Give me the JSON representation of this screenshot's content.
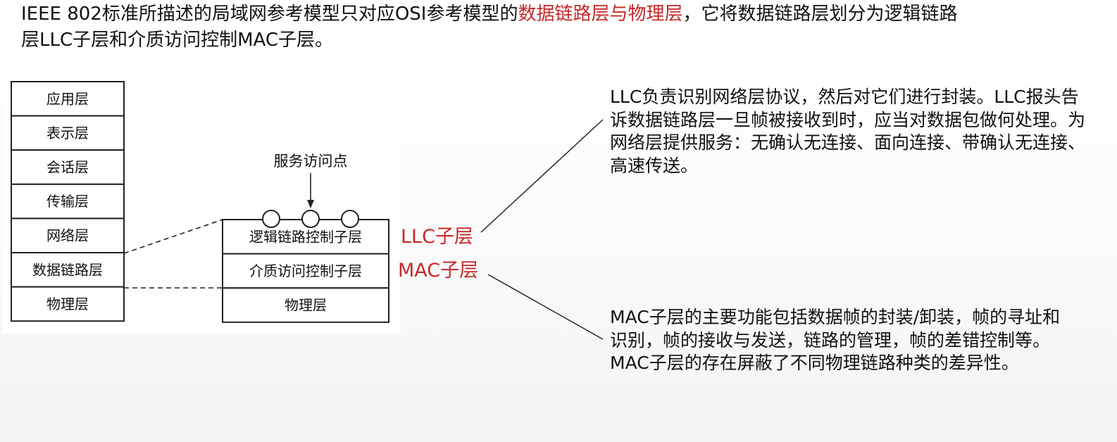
{
  "intro": {
    "part1": "IEEE 802标准所描述的局域网参考模型只对应OSI参考模型的",
    "highlight": "数据链路层与物理层",
    "part2": "，它将数据链路层划分为逻辑链路层LLC子层和介质访问控制MAC子层。"
  },
  "osi_layers": [
    "应用层",
    "表示层",
    "会话层",
    "传输层",
    "网络层",
    "数据链路层",
    "物理层"
  ],
  "ieee_layers": [
    "逻辑链路控制子层",
    "介质访问控制子层",
    "物理层"
  ],
  "sap_label": "服务访问点",
  "sublayer_labels": {
    "llc": "LLC子层",
    "mac": "MAC子层"
  },
  "descriptions": {
    "llc": "LLC负责识别网络层协议，然后对它们进行封装。LLC报头告诉数据链路层一旦帧被接收到时，应当对数据包做何处理。为网络层提供服务：无确认无连接、面向连接、带确认无连接、高速传送。",
    "mac": "MAC子层的主要功能包括数据帧的封装/卸装，帧的寻址和识别，帧的接收与发送，链路的管理，帧的差错控制等。MAC子层的存在屏蔽了不同物理链路种类的差异性。"
  },
  "colors": {
    "highlight": "#c62828",
    "line": "#222222"
  }
}
